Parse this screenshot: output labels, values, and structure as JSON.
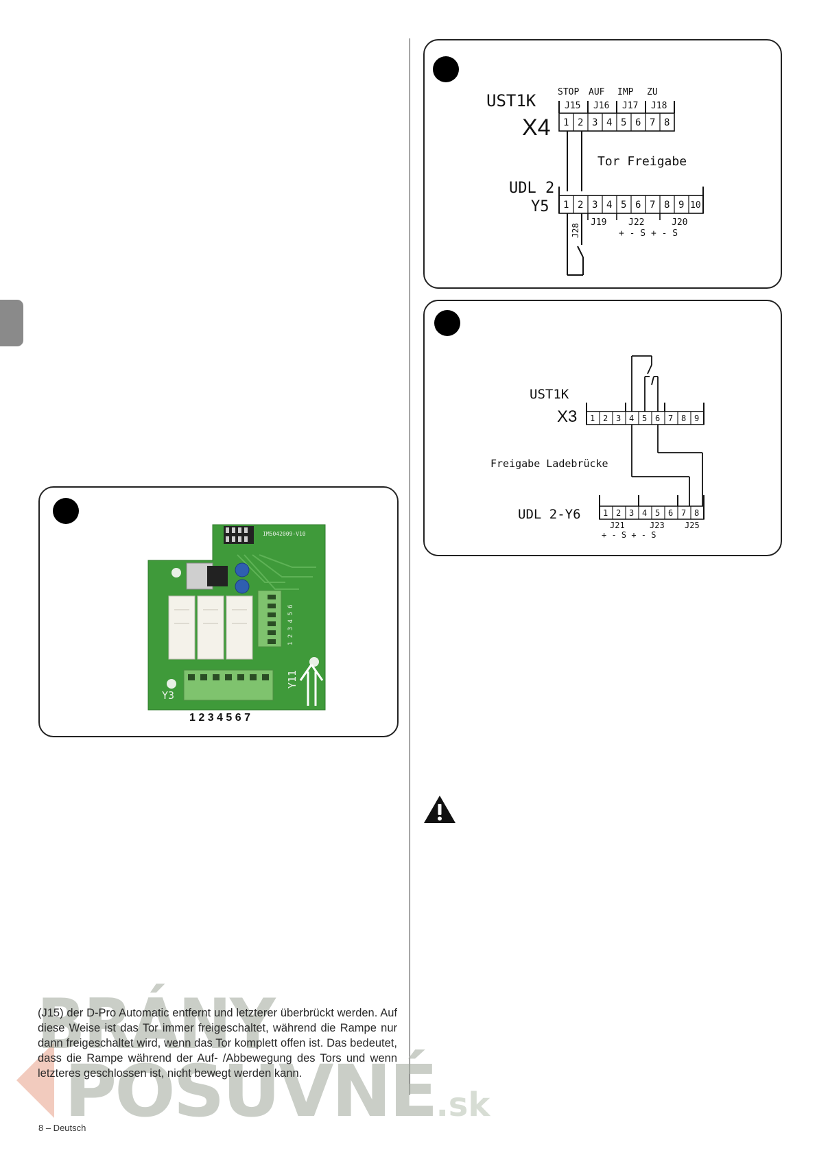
{
  "fig1": {
    "title": "UST1K",
    "port": "X4",
    "header_labels": [
      "STOP",
      "AUF",
      "IMP",
      "ZU"
    ],
    "jumpers": [
      "J15",
      "J16",
      "J17",
      "J18"
    ],
    "top_pins": [
      "1",
      "2",
      "3",
      "4",
      "5",
      "6",
      "7",
      "8"
    ],
    "middle_label": "Tor Freigabe",
    "bottom_title": "UDL 2",
    "bottom_port": "Y5",
    "bottom_pins": [
      "1",
      "2",
      "3",
      "4",
      "5",
      "6",
      "7",
      "8",
      "9",
      "10"
    ],
    "bottom_jumpers": [
      "J19",
      "J22",
      "J20"
    ],
    "vertical_jumper": "J28",
    "polarity": "+ - S + - S"
  },
  "fig2": {
    "title": "UST1K",
    "port": "X3",
    "top_pins": [
      "1",
      "2",
      "3",
      "4",
      "5",
      "6",
      "7",
      "8",
      "9"
    ],
    "middle_label": "Freigabe Ladebrücke",
    "bottom_title": "UDL 2-Y6",
    "bottom_pins": [
      "1",
      "2",
      "3",
      "4",
      "5",
      "6",
      "7",
      "8"
    ],
    "bottom_jumpers": [
      "J21",
      "J23",
      "J25"
    ],
    "polarity": "+ - S + - S"
  },
  "board": {
    "pcb_code": "IM5042009-V10",
    "conn_y3": "Y3",
    "conn_y11": "Y11",
    "right_pins": "1 2 3 4 5 6",
    "bottom_pins": "1 2 3 4 5 6 7"
  },
  "body_text": "(J15) der D-Pro Automatic entfernt und letzterer überbrückt werden. Auf diese Weise ist das Tor immer freigeschaltet, während die Rampe nur dann freigeschaltet wird, wenn das Tor komplett offen ist. Das bedeutet, dass die Rampe während der Auf- /Abbewegung des Tors und wenn letzteres geschlossen ist, nicht bewegt werden kann.",
  "footer": "8 – Deutsch",
  "watermark": {
    "line1": "BRÁNY",
    "line2": "POSUVNÉ",
    "suffix": ".sk"
  },
  "colors": {
    "pcb_green": "#3f9a3a",
    "terminal_green": "#7fc36e",
    "watermark_grey": "#9fa79b",
    "watermark_orange": "#e8a089"
  }
}
